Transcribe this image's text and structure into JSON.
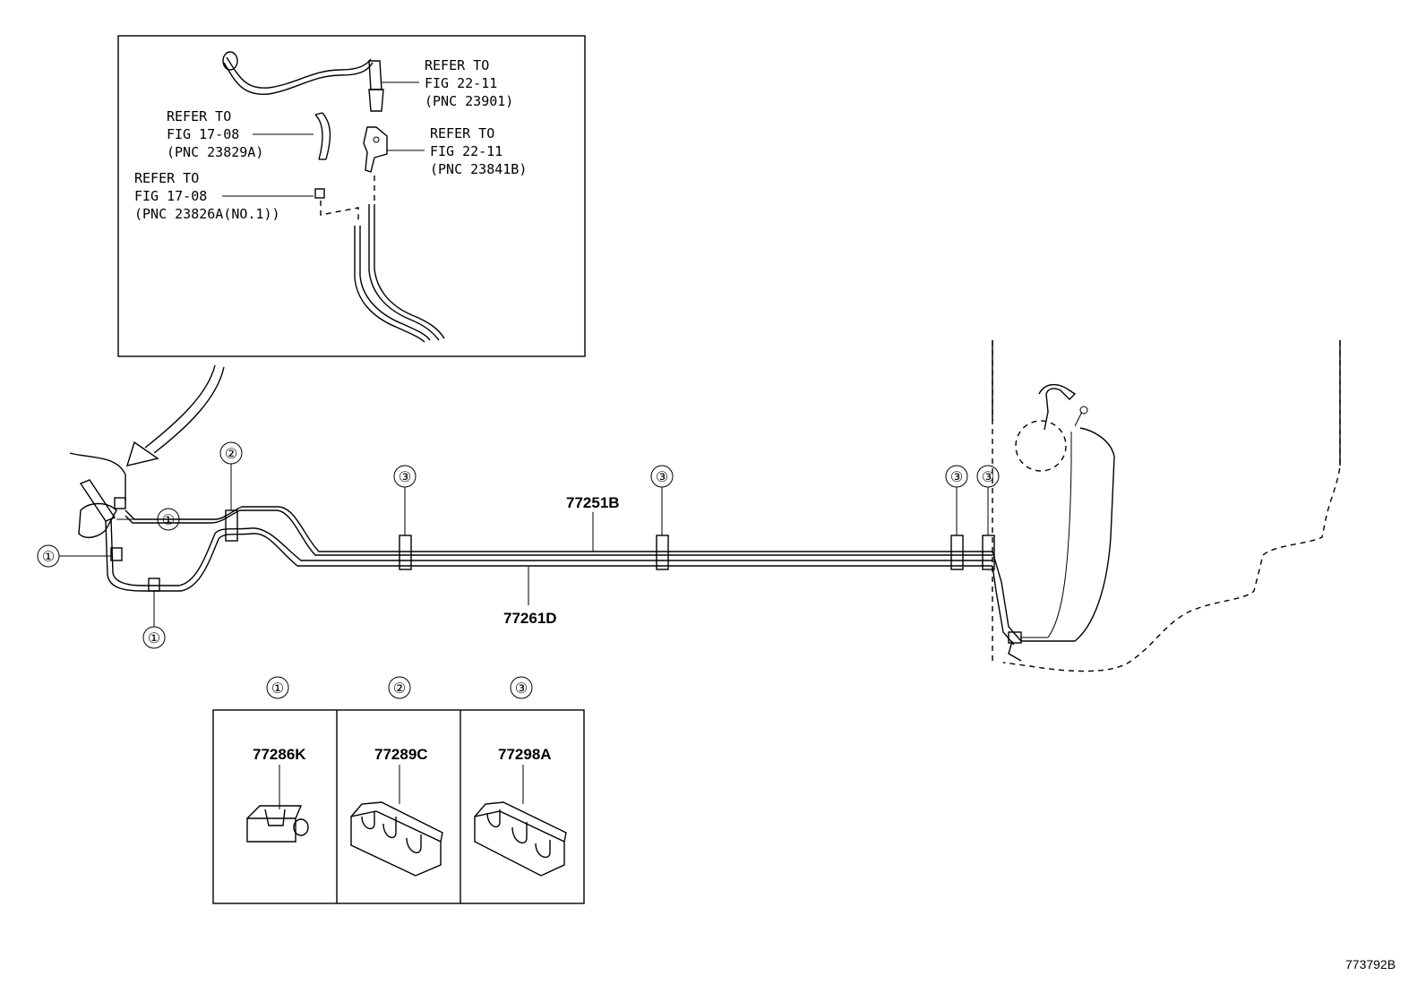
{
  "inset": {
    "ref_a": {
      "line1": "REFER TO",
      "line2": "FIG 22-11",
      "line3": "(PNC 23901)"
    },
    "ref_b": {
      "line1": "REFER TO",
      "line2": "FIG 17-08",
      "line3": "(PNC 23829A)"
    },
    "ref_c": {
      "line1": "REFER TO",
      "line2": "FIG 22-11",
      "line3": "(PNC 23841B)"
    },
    "ref_d": {
      "line1": "REFER TO",
      "line2": "FIG 17-08",
      "line3": "(PNC 23826A(NO.1))"
    }
  },
  "parts": {
    "upper_pipe": "77251B",
    "lower_pipe": "77261D"
  },
  "callouts": {
    "c1": "①",
    "c2": "②",
    "c3": "③"
  },
  "legend": {
    "headers": [
      "①",
      "②",
      "③"
    ],
    "clamps": [
      "77286K",
      "77289C",
      "77298A"
    ]
  },
  "figure_id": "773792B"
}
